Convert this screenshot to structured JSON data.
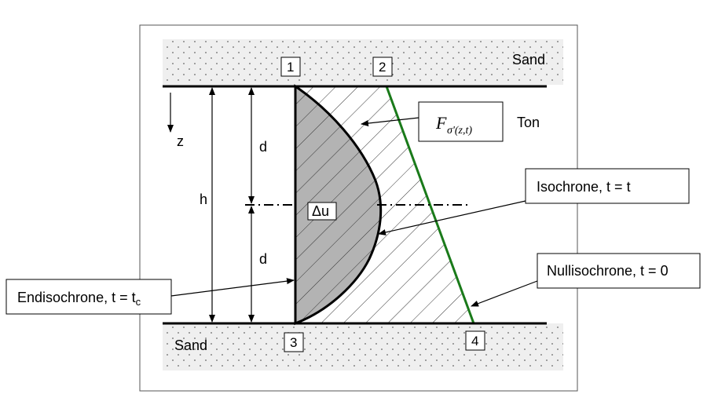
{
  "layers": {
    "top": "Sand",
    "bottom": "Sand",
    "middle": "Ton"
  },
  "points": [
    "1",
    "2",
    "3",
    "4"
  ],
  "axis": {
    "z": "z"
  },
  "dims": {
    "h": "h",
    "d_top": "d",
    "d_bottom": "d"
  },
  "excess_pressure": "Δu",
  "stress_area": {
    "symbol": "F",
    "subscript": "σ'(z,t)"
  },
  "callouts": {
    "isochrone": "Isochrone, t = t",
    "nullisochrone": "Nullisochrone, t = 0",
    "endisochrone_prefix": "Endisochrone, t = t",
    "endisochrone_sub": "c"
  },
  "colors": {
    "nullisochrone_line": "#1a7a1a",
    "sand_fill": "#efefef",
    "du_fill": "#b3b3b3"
  }
}
